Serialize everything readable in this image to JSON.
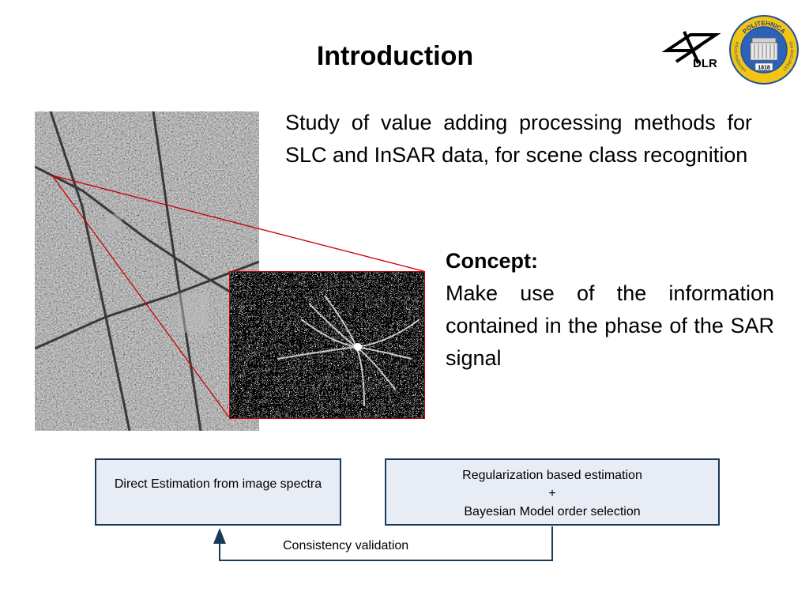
{
  "slide": {
    "title": "Introduction"
  },
  "logos": {
    "dlr_text": "DLR",
    "politehnica_top": "POLITEHNICA",
    "politehnica_left": "UNIVERSITATEA",
    "politehnica_right": "DIN BUCURESTI",
    "politehnica_year": "1818"
  },
  "intro": {
    "text": "Study of value adding processing methods for SLC and InSAR data, for scene class recognition"
  },
  "concept": {
    "heading": "Concept:",
    "text": "Make use of the information contained in the phase of the SAR signal"
  },
  "flow": {
    "left_box": "Direct Estimation from image spectra",
    "right_box_line1": "Regularization based estimation",
    "right_box_line2": "+",
    "right_box_line3": "Bayesian Model order selection",
    "validation_label": "Consistency validation"
  },
  "colors": {
    "box_fill": "#e8ecf5",
    "box_border": "#1a3a5c",
    "zoom_line": "#cc0000"
  }
}
